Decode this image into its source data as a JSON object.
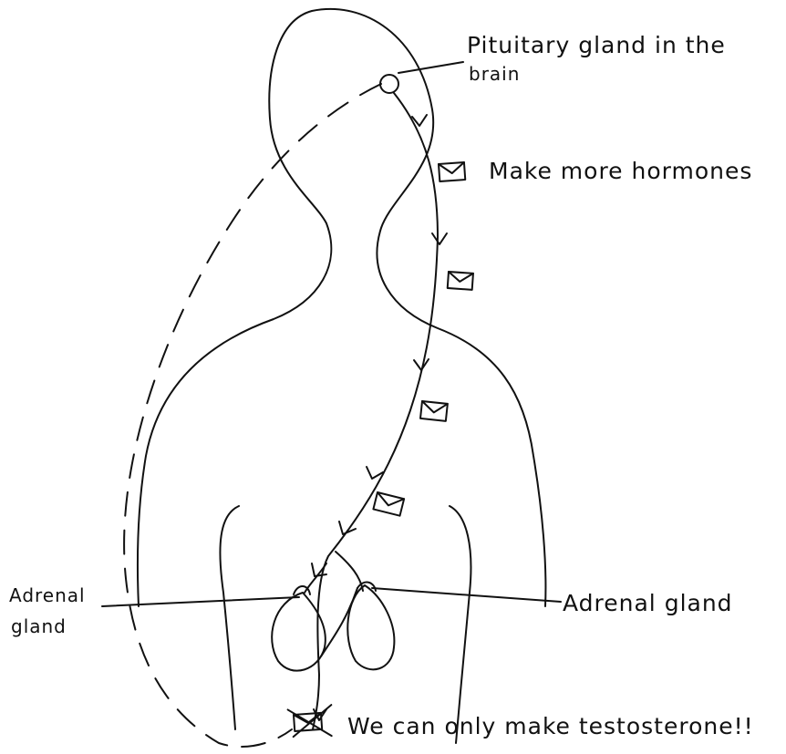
{
  "labels": {
    "pituitary_line1": "Pituitary gland in the",
    "pituitary_line2": "brain",
    "signal": "Make more hormones",
    "adrenal_left_line1": "Adrenal",
    "adrenal_left_line2": "gland",
    "adrenal_right": "Adrenal gland",
    "testosterone": "We can only make testosterone!!"
  },
  "colors": {
    "ink": "#111111",
    "background": "#ffffff"
  },
  "icons": {
    "message": "envelope-icon",
    "blocked_message": "crossed-envelope-icon",
    "flow": "arrowhead-icon"
  }
}
